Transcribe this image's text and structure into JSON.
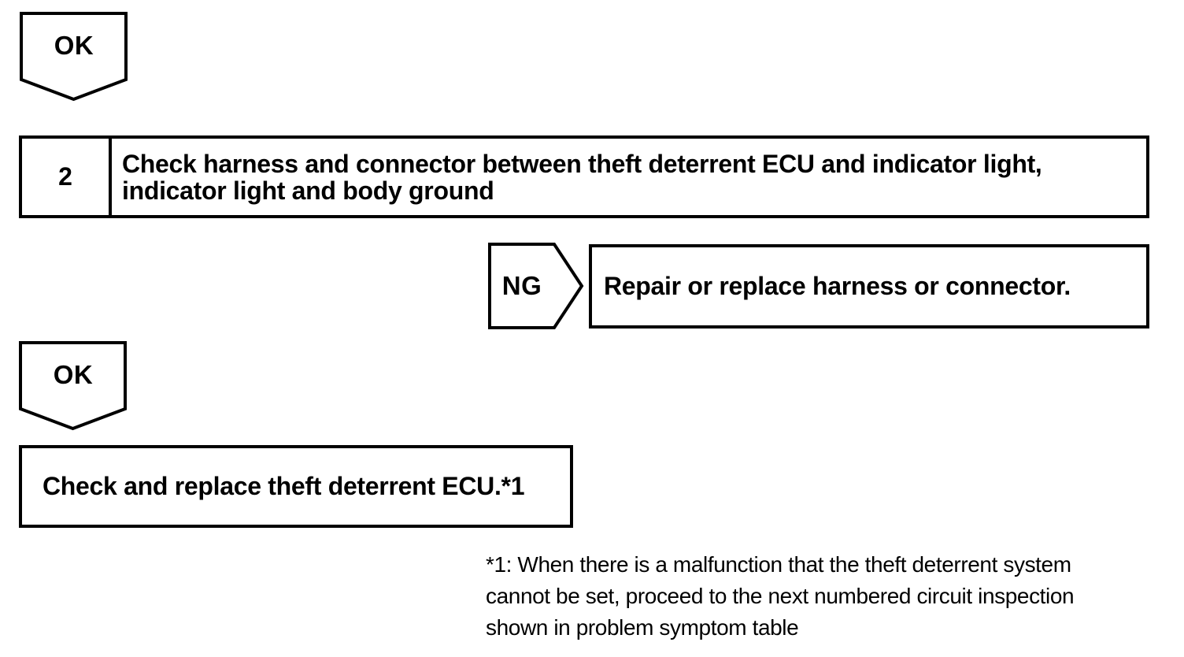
{
  "colors": {
    "ink": "#000000",
    "paper": "#ffffff"
  },
  "flowchart": {
    "ok_top": {
      "label": "OK"
    },
    "step": {
      "number": "2",
      "title_lines": [
        "Check harness and connector between theft deterrent ECU and indicator light,",
        "indicator light and body ground"
      ]
    },
    "ng_branch": {
      "label": "NG",
      "action": "Repair or replace harness or connector."
    },
    "ok_bottom": {
      "label": "OK"
    },
    "result": "Check and replace theft deterrent ECU.*1",
    "footnote": {
      "lines": [
        "*1: When there is a malfunction that the theft deterrent system",
        "cannot be set, proceed to the next numbered circuit inspection",
        "shown in problem symptom table"
      ]
    }
  }
}
